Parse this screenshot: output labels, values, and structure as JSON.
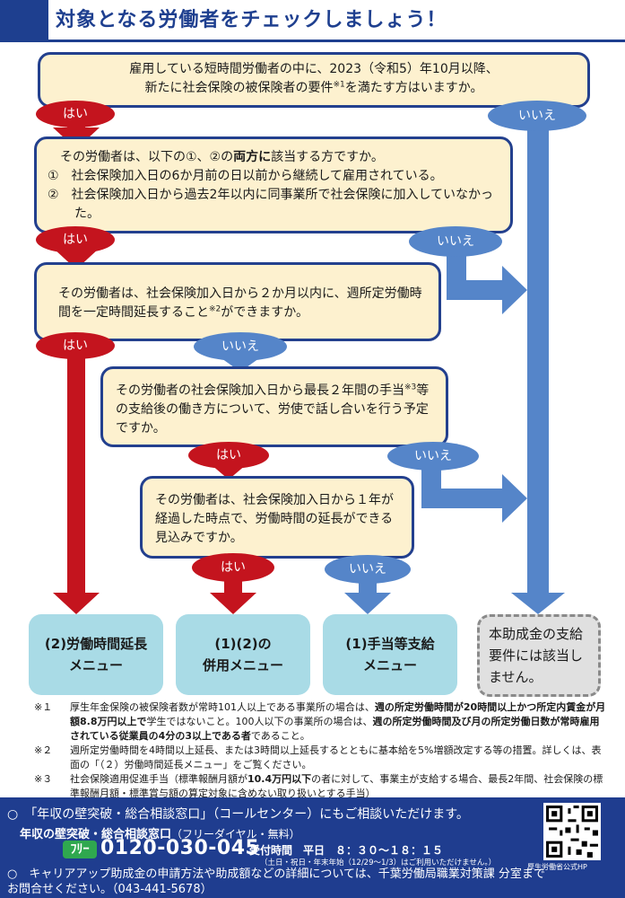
{
  "title": "対象となる労働者をチェックしましょう！",
  "q1": {
    "line1": "雇用している短時間労働者の中に、2023（令和5）年10月以降、",
    "line2_pre": "新たに社会保険の被保険者の要件",
    "line2_sup": "※1",
    "line2_post": "を満たす方はいますか。"
  },
  "q2": {
    "intro_pre": "その労働者は、以下の①、②の",
    "intro_bold": "両方に",
    "intro_post": "該当する方ですか。",
    "item1": "①　社会保険加入日の6か月前の日以前から継続して雇用されている。",
    "item2": "②　社会保険加入日から過去2年以内に同事業所で社会保険に加入していなかった。"
  },
  "q3": {
    "pre": "その労働者は、社会保険加入日から２か月以内に、週所定労働時間を一定時間延長すること",
    "sup": "※2",
    "post": "ができますか。"
  },
  "q4": {
    "pre": "その労働者の社会保険加入日から最長２年間の手当",
    "sup": "※3",
    "post": "等の支給後の働き方について、労使で話し合いを行う予定ですか。"
  },
  "q5": {
    "text": "その労働者は、社会保険加入日から１年が経過した時点で、労働時間の延長ができる見込みですか。"
  },
  "labels": {
    "yes": "はい",
    "no": "いいえ"
  },
  "results": {
    "r1_line1": "(2)労働時間延長",
    "r1_line2": "メニュー",
    "r2_line1": "(1)(2)の",
    "r2_line2": "併用メニュー",
    "r3_line1": "(1)手当等支給",
    "r3_line2": "メニュー",
    "r4": "本助成金の支給要件には該当しません。"
  },
  "notes": {
    "n1_num": "※１",
    "n1_a": "厚生年金保険の被保険者数が常時101人以上である事業所の場合は、",
    "n1_b": "週の所定労働時間が20時間以上かつ所定内賃金が月額8.8万円以上で",
    "n1_c": "学生ではないこと。100人以下の事業所の場合は、",
    "n1_d": "週の所定労働時間及び月の所定労働日数が常時雇用されている従業員の4分の3以上である者",
    "n1_e": "であること。",
    "n2_num": "※２",
    "n2": "週所定労働時間を4時間以上延長、または3時間以上延長するとともに基本給を5%増額改定する等の措置。詳しくは、表面の「（２）労働時間延長メニュー」をご覧ください。",
    "n3_num": "※３",
    "n3_a": "社会保険適用促進手当（標準報酬月額が",
    "n3_b": "10.4万円以下",
    "n3_c": "の者に対して、事業主が支給する場合、最長2年間、社会保険の標準報酬月額・標準賞与額の算定対象に含めない取り扱いとする手当）"
  },
  "footer": {
    "line1": "○　「年収の壁突破・総合相談窓口」（コールセンター）にもご相談いただけます。",
    "line2": "年収の壁突破・総合相談窓口",
    "line2_sub": "（フリーダイヤル・無料）",
    "tel_icon": "ﾌﾘｰ",
    "tel": "0120-030-045",
    "hours": "受付時間　平日　８：３０～１８：１５",
    "hours_sub": "（土日・祝日・年末年始（12/29～1/3）はご利用いただけません。）",
    "line3": "○　キャリアアップ助成金の申請方法や助成額などの詳細については、千葉労働局職業対策課 分室までお問合せください。（043-441-5678）",
    "qr_caption": "厚生労働省公式HP"
  }
}
